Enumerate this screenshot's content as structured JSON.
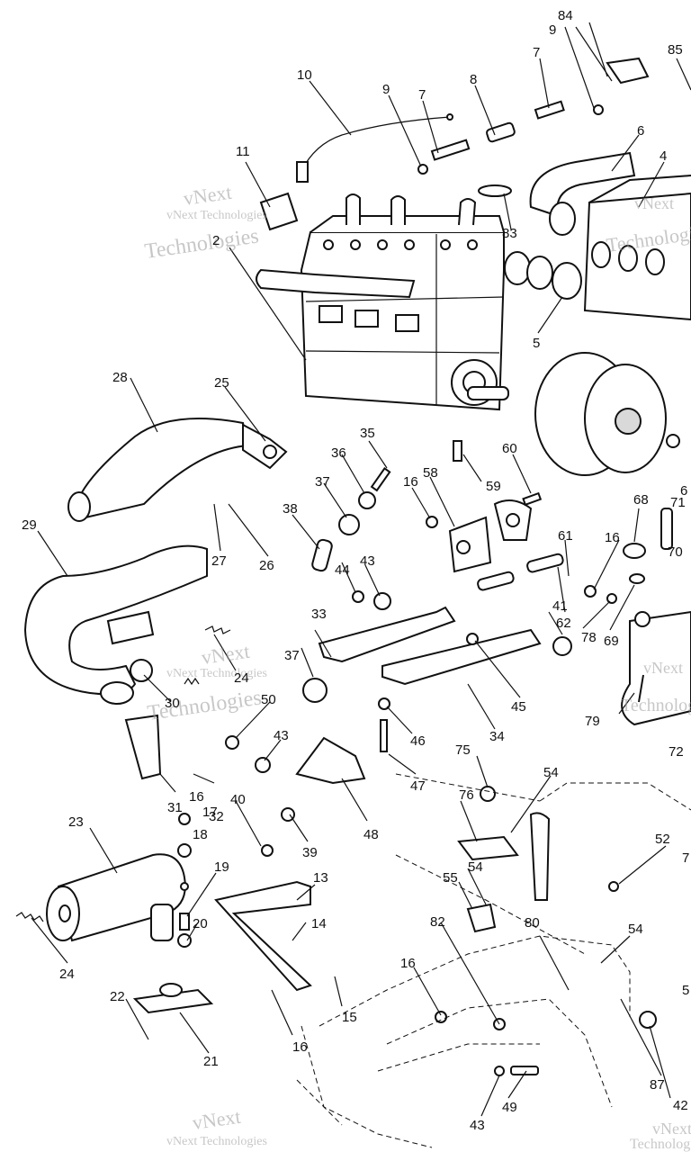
{
  "watermark": {
    "line1": "vNext",
    "line2": "Technologies",
    "full": "vNext Technologies"
  },
  "callouts": [
    {
      "id": "c84",
      "label": "84"
    },
    {
      "id": "c9a",
      "label": "9"
    },
    {
      "id": "c85",
      "label": "85"
    },
    {
      "id": "c10",
      "label": "10"
    },
    {
      "id": "c9b",
      "label": "9"
    },
    {
      "id": "c7a",
      "label": "7"
    },
    {
      "id": "c8",
      "label": "8"
    },
    {
      "id": "c7b",
      "label": "7"
    },
    {
      "id": "c6",
      "label": "6"
    },
    {
      "id": "c4",
      "label": "4"
    },
    {
      "id": "c11",
      "label": "11"
    },
    {
      "id": "c2",
      "label": "2"
    },
    {
      "id": "c83",
      "label": "83"
    },
    {
      "id": "c5",
      "label": "5"
    },
    {
      "id": "c28",
      "label": "28"
    },
    {
      "id": "c25",
      "label": "25"
    },
    {
      "id": "c35",
      "label": "35"
    },
    {
      "id": "c36",
      "label": "36"
    },
    {
      "id": "c37a",
      "label": "37"
    },
    {
      "id": "c16a",
      "label": "16"
    },
    {
      "id": "c58",
      "label": "58"
    },
    {
      "id": "c59",
      "label": "59"
    },
    {
      "id": "c60",
      "label": "60"
    },
    {
      "id": "c6b",
      "label": "6"
    },
    {
      "id": "c68",
      "label": "68"
    },
    {
      "id": "c71",
      "label": "71"
    },
    {
      "id": "c29",
      "label": "29"
    },
    {
      "id": "c27",
      "label": "27"
    },
    {
      "id": "c26",
      "label": "26"
    },
    {
      "id": "c38",
      "label": "38"
    },
    {
      "id": "c44",
      "label": "44"
    },
    {
      "id": "c43a",
      "label": "43"
    },
    {
      "id": "c61",
      "label": "61"
    },
    {
      "id": "c16b",
      "label": "16"
    },
    {
      "id": "c70",
      "label": "70"
    },
    {
      "id": "c62",
      "label": "62"
    },
    {
      "id": "c41",
      "label": "41"
    },
    {
      "id": "c78",
      "label": "78"
    },
    {
      "id": "c69",
      "label": "69"
    },
    {
      "id": "c24a",
      "label": "24"
    },
    {
      "id": "c37b",
      "label": "37"
    },
    {
      "id": "c33",
      "label": "33"
    },
    {
      "id": "c45",
      "label": "45"
    },
    {
      "id": "c30",
      "label": "30"
    },
    {
      "id": "c50",
      "label": "50"
    },
    {
      "id": "c79",
      "label": "79"
    },
    {
      "id": "c46",
      "label": "46"
    },
    {
      "id": "c34",
      "label": "34"
    },
    {
      "id": "c43b",
      "label": "43"
    },
    {
      "id": "c72",
      "label": "72"
    },
    {
      "id": "c75",
      "label": "75"
    },
    {
      "id": "c54a",
      "label": "54"
    },
    {
      "id": "c31",
      "label": "31"
    },
    {
      "id": "c32",
      "label": "32"
    },
    {
      "id": "c16c",
      "label": "16"
    },
    {
      "id": "c17",
      "label": "17"
    },
    {
      "id": "c47",
      "label": "47"
    },
    {
      "id": "c40",
      "label": "40"
    },
    {
      "id": "c18",
      "label": "18"
    },
    {
      "id": "c48",
      "label": "48"
    },
    {
      "id": "c76",
      "label": "76"
    },
    {
      "id": "c39",
      "label": "39"
    },
    {
      "id": "c23",
      "label": "23"
    },
    {
      "id": "c52",
      "label": "52"
    },
    {
      "id": "c19",
      "label": "19"
    },
    {
      "id": "c54b",
      "label": "54"
    },
    {
      "id": "c7c",
      "label": "7"
    },
    {
      "id": "c13",
      "label": "13"
    },
    {
      "id": "c55",
      "label": "55"
    },
    {
      "id": "c14",
      "label": "14"
    },
    {
      "id": "c20",
      "label": "20"
    },
    {
      "id": "c82",
      "label": "82"
    },
    {
      "id": "c54c",
      "label": "54"
    },
    {
      "id": "c80",
      "label": "80"
    },
    {
      "id": "c24b",
      "label": "24"
    },
    {
      "id": "c16d",
      "label": "16"
    },
    {
      "id": "c22",
      "label": "22"
    },
    {
      "id": "c15",
      "label": "15"
    },
    {
      "id": "c5b",
      "label": "5"
    },
    {
      "id": "c21",
      "label": "21"
    },
    {
      "id": "c16e",
      "label": "16"
    },
    {
      "id": "c87",
      "label": "87"
    },
    {
      "id": "c49",
      "label": "49"
    },
    {
      "id": "c42",
      "label": "42"
    },
    {
      "id": "c43c",
      "label": "43"
    }
  ]
}
